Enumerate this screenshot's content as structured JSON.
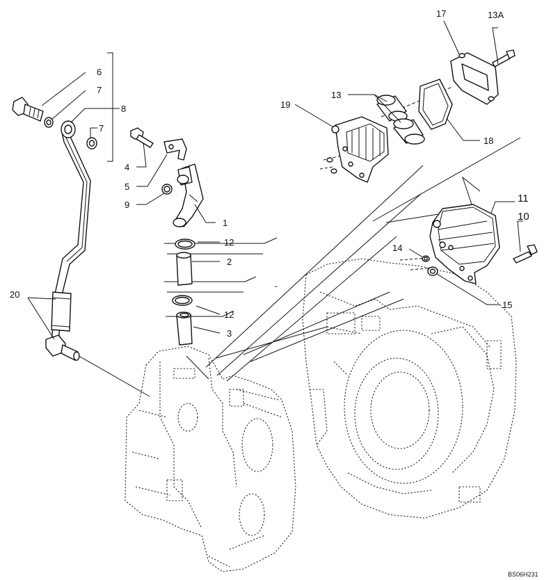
{
  "callouts": {
    "c1": "1",
    "c2": "2",
    "c3": "3",
    "c4": "4",
    "c5": "5",
    "c6": "6",
    "c7a": "7",
    "c7b": "7",
    "c8": "8",
    "c9": "9",
    "c10": "10",
    "c11": "11",
    "c12a": "12",
    "c12b": "12",
    "c13": "13",
    "c13a": "13A",
    "c14": "14",
    "c15": "15",
    "c17": "17",
    "c18": "18",
    "c19": "19",
    "c20": "20"
  },
  "drawing_ref": "BS06H231",
  "stroke_color": "#111111",
  "background": "#ffffff"
}
